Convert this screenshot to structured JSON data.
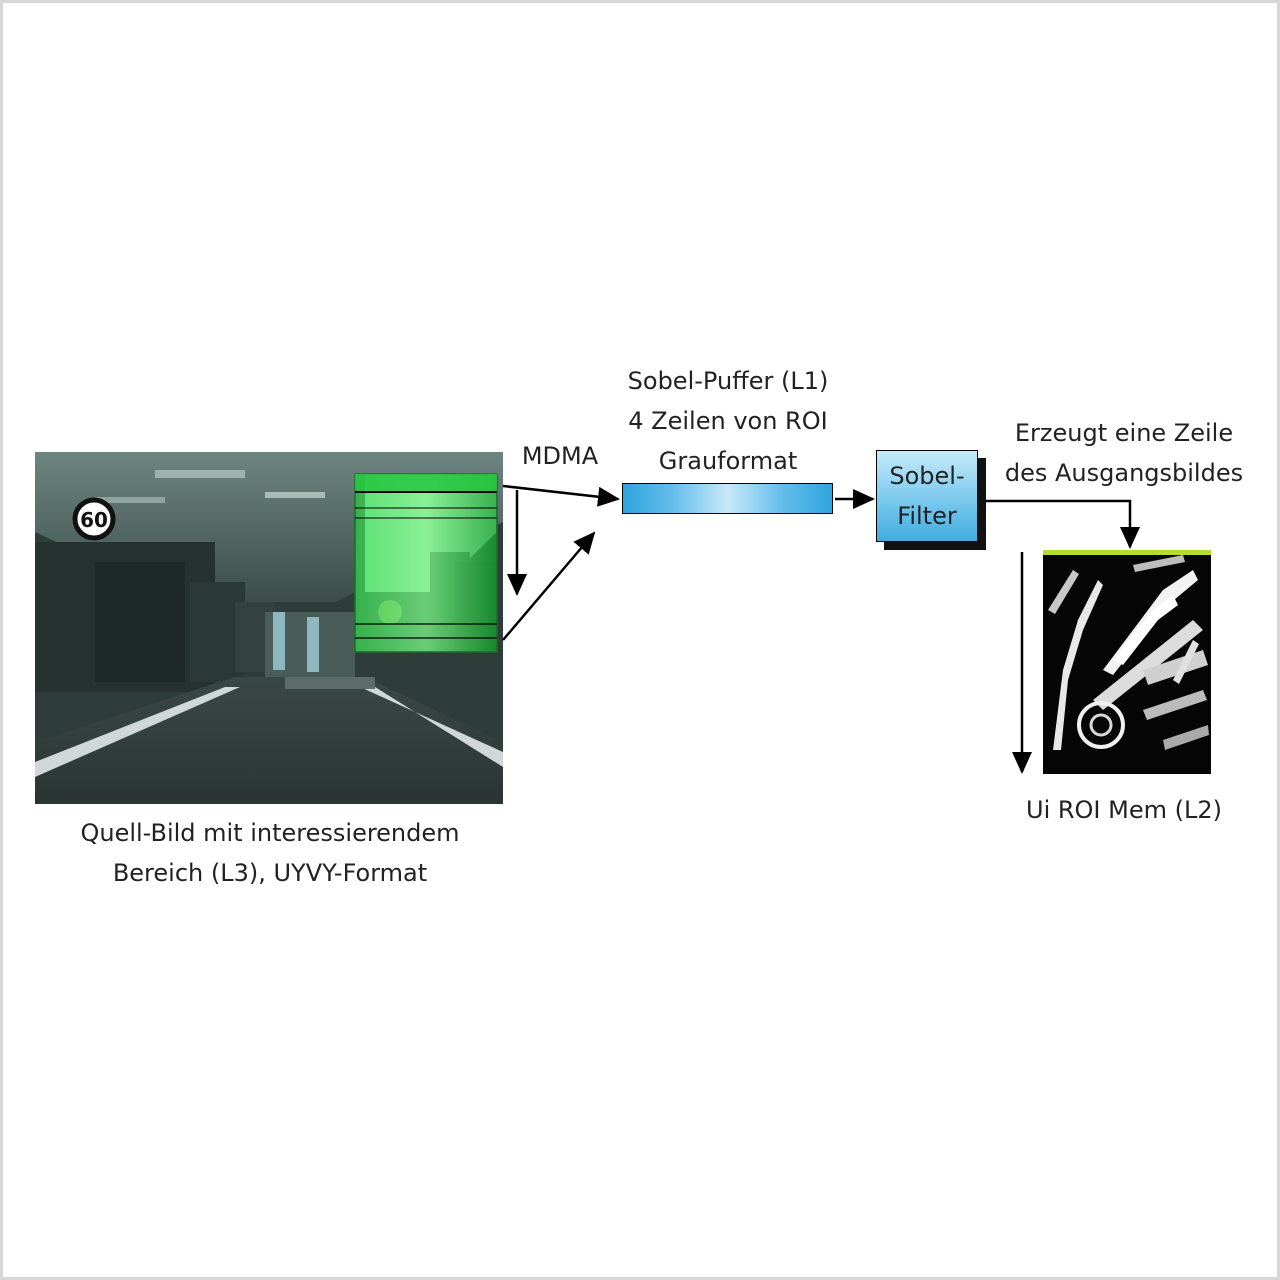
{
  "source": {
    "caption_line1": "Quell-Bild mit interessierendem",
    "caption_line2": "Bereich (L3), UYVY-Format",
    "sign_text": "60"
  },
  "mdma": {
    "label": "MDMA"
  },
  "buffer": {
    "line1": "Sobel-Puffer (L1)",
    "line2": "4 Zeilen von ROI",
    "line3": "Grauformat"
  },
  "filter": {
    "line1": "Sobel-",
    "line2": "Filter"
  },
  "output": {
    "top_line1": "Erzeugt eine Zeile",
    "top_line2": "des Ausgangsbildes",
    "caption": "Ui ROI Mem (L2)"
  },
  "colors": {
    "roi_green": "#22c43a",
    "buffer_blue": "#2fa3de",
    "filter_blue": "#72c6ec",
    "output_line": "#b6dd2c"
  }
}
